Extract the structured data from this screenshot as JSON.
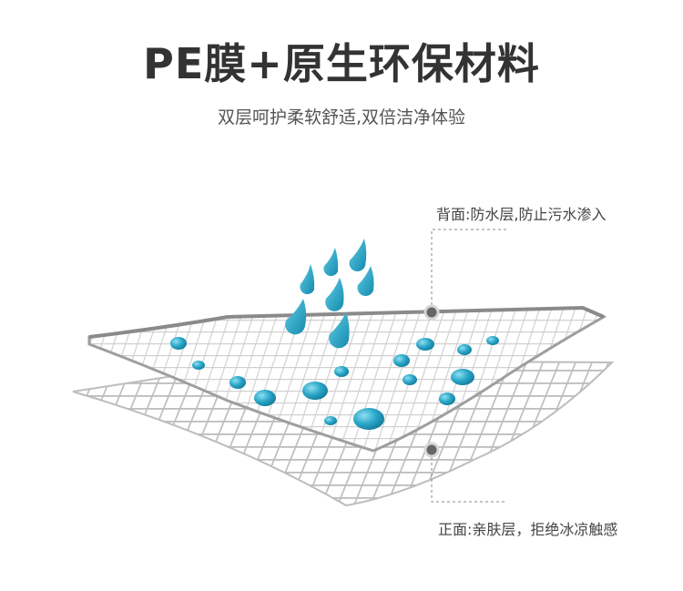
{
  "header": {
    "title": "PE膜+原生环保材料",
    "subtitle": "双层呵护柔软舒适,双倍洁净体验"
  },
  "callouts": {
    "back": "背面:防水层,防止污水渗入",
    "front": "正面:亲肤层，拒绝冰凉触感"
  },
  "colors": {
    "title": "#333333",
    "subtitle": "#555555",
    "water_drop": "#2aa6c8",
    "grid_line": "#9e9e9e",
    "leader_line": "#888888"
  }
}
